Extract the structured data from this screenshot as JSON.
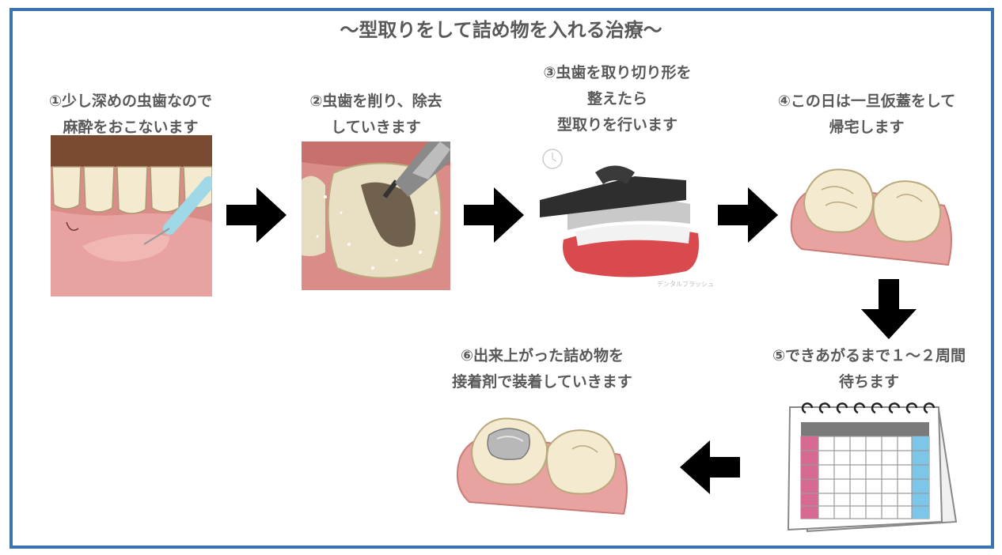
{
  "title": "〜型取りをして詰め物を入れる治療〜",
  "steps": [
    {
      "line1": "①少し深めの虫歯なので",
      "line2": "麻酔をおこないます",
      "line3": ""
    },
    {
      "line1": "②虫歯を削り、除去",
      "line2": "していきます",
      "line3": ""
    },
    {
      "line1": "③虫歯を取り切り形を",
      "line2": "整えたら",
      "line3": "型取りを行います"
    },
    {
      "line1": "④この日は一旦仮蓋をして",
      "line2": "帰宅します",
      "line3": ""
    },
    {
      "line1": "⑤できあがるまで１〜２周間",
      "line2": "待ちます",
      "line3": ""
    },
    {
      "line1": "⑥出来上がった詰め物を",
      "line2": "接着剤で装着していきます",
      "line3": ""
    }
  ],
  "image_credit": "デンタルフラッシュ",
  "colors": {
    "border": "#3a73ad",
    "text": "#595959",
    "gum": "#e8a3a0",
    "tooth": "#f3ead0",
    "arrow": "#000000"
  }
}
